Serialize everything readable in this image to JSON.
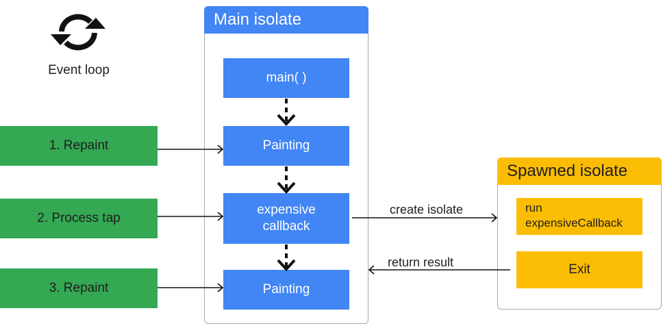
{
  "event_loop": {
    "icon": "sync-arrows-icon",
    "label": "Event loop"
  },
  "tasks": [
    {
      "label": "1. Repaint"
    },
    {
      "label": "2. Process tap"
    },
    {
      "label": "3. Repaint"
    }
  ],
  "main_isolate": {
    "title": "Main isolate",
    "steps": [
      {
        "label": "main( )"
      },
      {
        "label": "Painting"
      },
      {
        "label_line1": "expensive",
        "label_line2": "callback"
      },
      {
        "label": "Painting"
      }
    ]
  },
  "spawned_isolate": {
    "title": "Spawned isolate",
    "run": {
      "line1": "run",
      "line2": "expensiveCallback"
    },
    "exit": {
      "label": "Exit"
    }
  },
  "arrows": {
    "create": "create isolate",
    "return": "return result"
  },
  "colors": {
    "blue": "#4285f4",
    "green": "#34a853",
    "yellow": "#fbbc04",
    "border": "#a8a8a8"
  }
}
